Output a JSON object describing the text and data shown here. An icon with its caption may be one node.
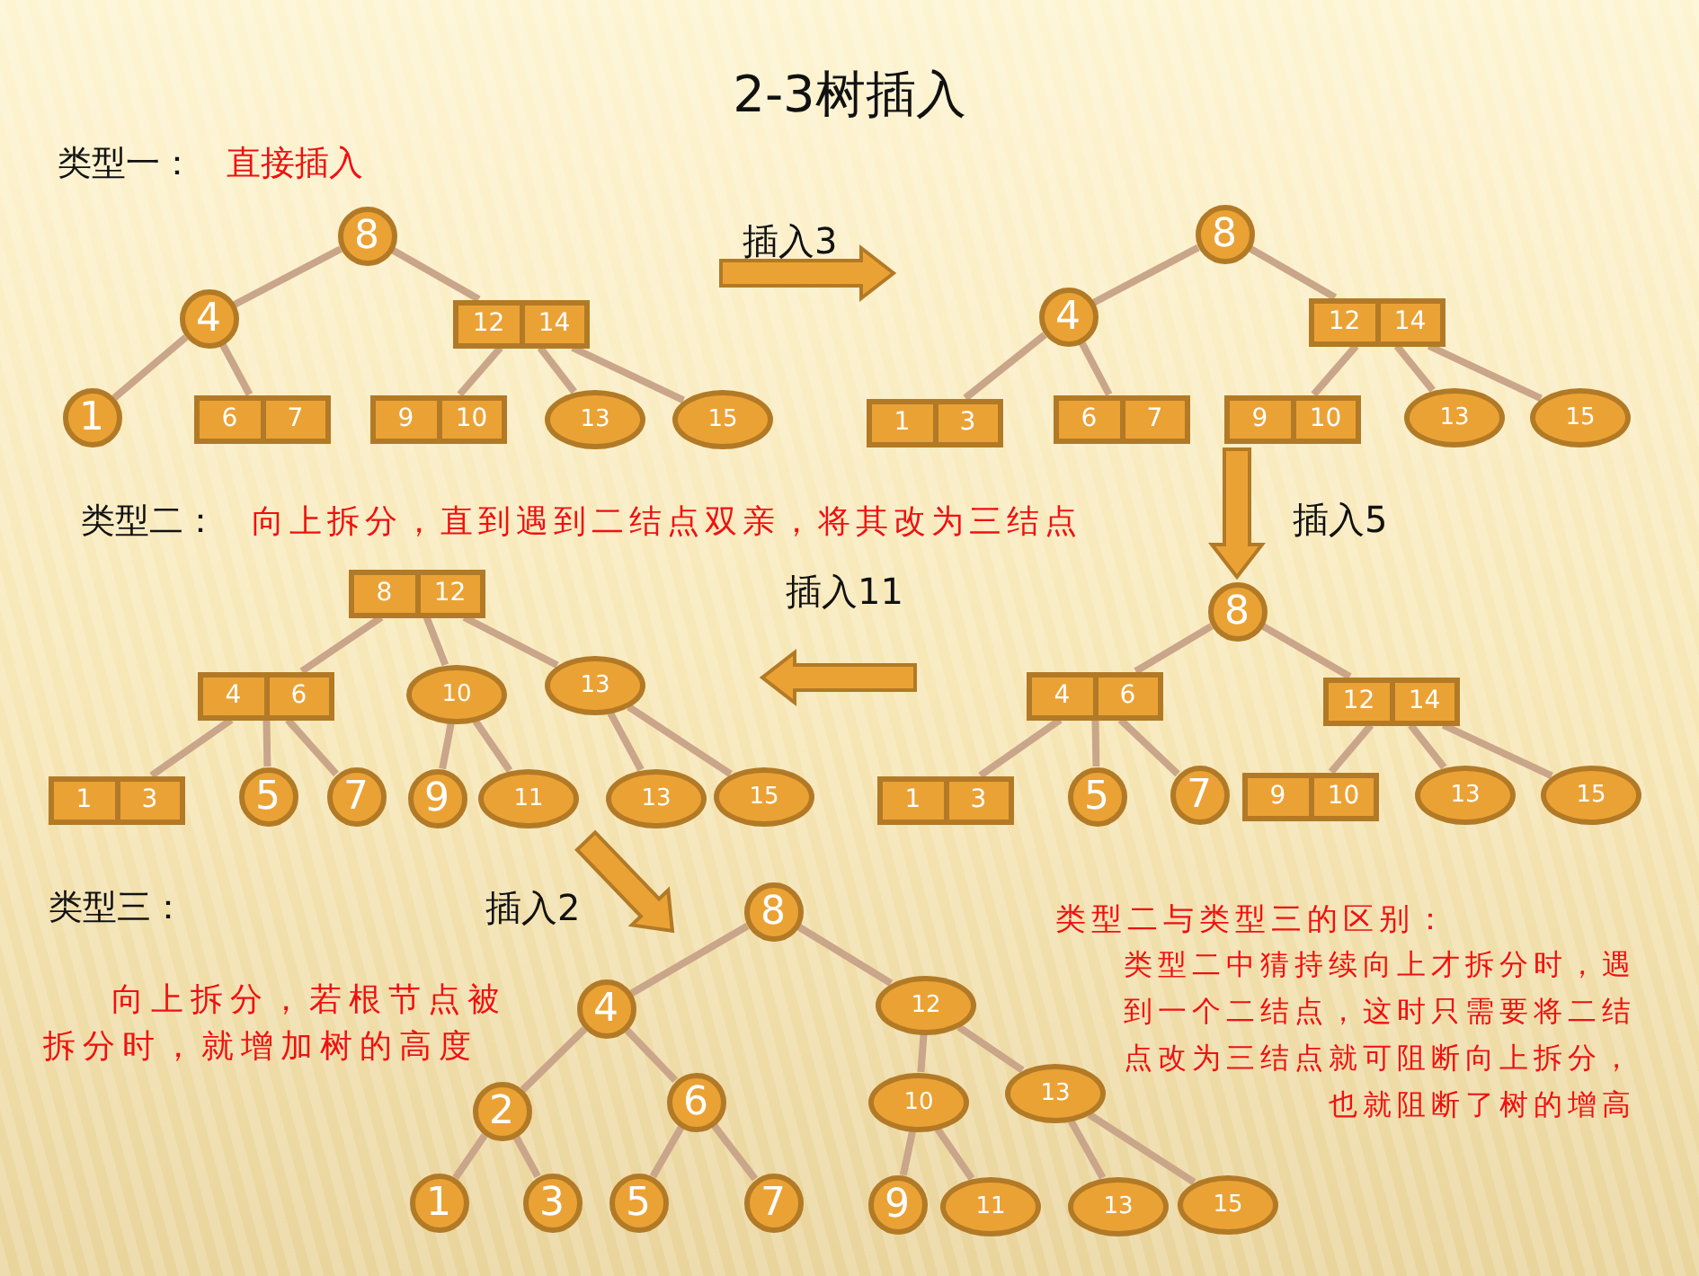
{
  "diagram": {
    "title": "2-3树插入",
    "nodes": [
      {
        "text": [
          "8"
        ]
      },
      {
        "text": [
          "4"
        ]
      },
      {
        "text": [
          "12",
          "14"
        ]
      },
      {
        "text": [
          "1"
        ]
      },
      {
        "text": [
          "6",
          "7"
        ]
      },
      {
        "text": [
          "9",
          "10"
        ]
      },
      {
        "text": [
          "13"
        ]
      },
      {
        "text": [
          "15"
        ]
      },
      {
        "text": [
          "8"
        ]
      },
      {
        "text": [
          "4"
        ]
      },
      {
        "text": [
          "12",
          "14"
        ]
      },
      {
        "text": [
          "1",
          "3"
        ]
      },
      {
        "text": [
          "6",
          "7"
        ]
      },
      {
        "text": [
          "9",
          "10"
        ]
      },
      {
        "text": [
          "13"
        ]
      },
      {
        "text": [
          "15"
        ]
      },
      {
        "text": [
          "8"
        ]
      },
      {
        "text": [
          "4",
          "6"
        ]
      },
      {
        "text": [
          "12",
          "14"
        ]
      },
      {
        "text": [
          "1",
          "3"
        ]
      },
      {
        "text": [
          "5"
        ]
      },
      {
        "text": [
          "7"
        ]
      },
      {
        "text": [
          "9",
          "10"
        ]
      },
      {
        "text": [
          "13"
        ]
      },
      {
        "text": [
          "15"
        ]
      },
      {
        "text": [
          "8",
          "12"
        ]
      },
      {
        "text": [
          "4",
          "6"
        ]
      },
      {
        "text": [
          "10"
        ]
      },
      {
        "text": [
          "13"
        ]
      },
      {
        "text": [
          "1",
          "3"
        ]
      },
      {
        "text": [
          "5"
        ]
      },
      {
        "text": [
          "7"
        ]
      },
      {
        "text": [
          "9"
        ]
      },
      {
        "text": [
          "11"
        ]
      },
      {
        "text": [
          "13"
        ]
      },
      {
        "text": [
          "15"
        ]
      },
      {
        "text": [
          "8"
        ]
      },
      {
        "text": [
          "4"
        ]
      },
      {
        "text": [
          "12"
        ]
      },
      {
        "text": [
          "2"
        ]
      },
      {
        "text": [
          "6"
        ]
      },
      {
        "text": [
          "10"
        ]
      },
      {
        "text": [
          "13"
        ]
      },
      {
        "text": [
          "1"
        ]
      },
      {
        "text": [
          "3"
        ]
      },
      {
        "text": [
          "5"
        ]
      },
      {
        "text": [
          "7"
        ]
      },
      {
        "text": [
          "9"
        ]
      },
      {
        "text": [
          "11"
        ]
      },
      {
        "text": [
          "13"
        ]
      },
      {
        "text": [
          "15"
        ]
      }
    ],
    "edges": [
      {
        "from": 0,
        "to": 1,
        "arrow": "none"
      },
      {
        "from": 0,
        "to": 2,
        "arrow": "none"
      },
      {
        "from": 1,
        "to": 3,
        "arrow": "none"
      },
      {
        "from": 1,
        "to": 4,
        "arrow": "none"
      },
      {
        "from": 2,
        "to": 5,
        "arrow": "none"
      },
      {
        "from": 2,
        "to": 6,
        "arrow": "none"
      },
      {
        "from": 2,
        "to": 7,
        "arrow": "none"
      },
      {
        "from": 8,
        "to": 9,
        "arrow": "none"
      },
      {
        "from": 8,
        "to": 10,
        "arrow": "none"
      },
      {
        "from": 9,
        "to": 11,
        "arrow": "none"
      },
      {
        "from": 9,
        "to": 12,
        "arrow": "none"
      },
      {
        "from": 10,
        "to": 13,
        "arrow": "none"
      },
      {
        "from": 10,
        "to": 14,
        "arrow": "none"
      },
      {
        "from": 10,
        "to": 15,
        "arrow": "none"
      },
      {
        "from": 16,
        "to": 17,
        "arrow": "none"
      },
      {
        "from": 16,
        "to": 18,
        "arrow": "none"
      },
      {
        "from": 17,
        "to": 19,
        "arrow": "none"
      },
      {
        "from": 17,
        "to": 20,
        "arrow": "none"
      },
      {
        "from": 17,
        "to": 21,
        "arrow": "none"
      },
      {
        "from": 18,
        "to": 22,
        "arrow": "none"
      },
      {
        "from": 18,
        "to": 23,
        "arrow": "none"
      },
      {
        "from": 18,
        "to": 24,
        "arrow": "none"
      },
      {
        "from": 25,
        "to": 26,
        "arrow": "none"
      },
      {
        "from": 25,
        "to": 27,
        "arrow": "none"
      },
      {
        "from": 25,
        "to": 28,
        "arrow": "none"
      },
      {
        "from": 26,
        "to": 29,
        "arrow": "none"
      },
      {
        "from": 26,
        "to": 30,
        "arrow": "none"
      },
      {
        "from": 26,
        "to": 31,
        "arrow": "none"
      },
      {
        "from": 27,
        "to": 32,
        "arrow": "none"
      },
      {
        "from": 27,
        "to": 33,
        "arrow": "none"
      },
      {
        "from": 28,
        "to": 34,
        "arrow": "none"
      },
      {
        "from": 28,
        "to": 35,
        "arrow": "none"
      },
      {
        "from": 36,
        "to": 37,
        "arrow": "none"
      },
      {
        "from": 36,
        "to": 38,
        "arrow": "none"
      },
      {
        "from": 37,
        "to": 39,
        "arrow": "none"
      },
      {
        "from": 37,
        "to": 40,
        "arrow": "none"
      },
      {
        "from": 38,
        "to": 41,
        "arrow": "none"
      },
      {
        "from": 38,
        "to": 42,
        "arrow": "none"
      },
      {
        "from": 39,
        "to": 43,
        "arrow": "none"
      },
      {
        "from": 39,
        "to": 44,
        "arrow": "none"
      },
      {
        "from": 40,
        "to": 45,
        "arrow": "none"
      },
      {
        "from": 40,
        "to": 46,
        "arrow": "none"
      },
      {
        "from": 41,
        "to": 47,
        "arrow": "none"
      },
      {
        "from": 41,
        "to": 48,
        "arrow": "none"
      },
      {
        "from": 42,
        "to": 49,
        "arrow": "none"
      },
      {
        "from": 42,
        "to": 50,
        "arrow": "none"
      },
      {
        "from": 7,
        "to": 11,
        "arrow": "to",
        "label": "插入3",
        "style": "thick",
        "color": "#eba235"
      },
      {
        "from": 13,
        "to": 16,
        "arrow": "to",
        "label": "插入5",
        "style": "thick",
        "color": "#eba235"
      },
      {
        "from": 17,
        "to": 28,
        "arrow": "to",
        "label": "插入11",
        "style": "thick",
        "color": "#eba235"
      },
      {
        "from": 34,
        "to": 36,
        "arrow": "to",
        "label": "插入2",
        "style": "thick",
        "color": "#eba235"
      }
    ],
    "labels": [
      "类型一：",
      "直接插入",
      "类型二：",
      "向上拆分，直到遇到二结点双亲，将其改为三结点",
      "类型三：",
      "向上拆分，若根节点被拆分时，就增加树的高度",
      "类型二与类型三的区别：",
      "类型二中猜持续向上才拆分时，遇到一个二结点，这时只需要将二结点改为三结点就可阻断向上拆分，也就阻断了树的增高"
    ]
  }
}
